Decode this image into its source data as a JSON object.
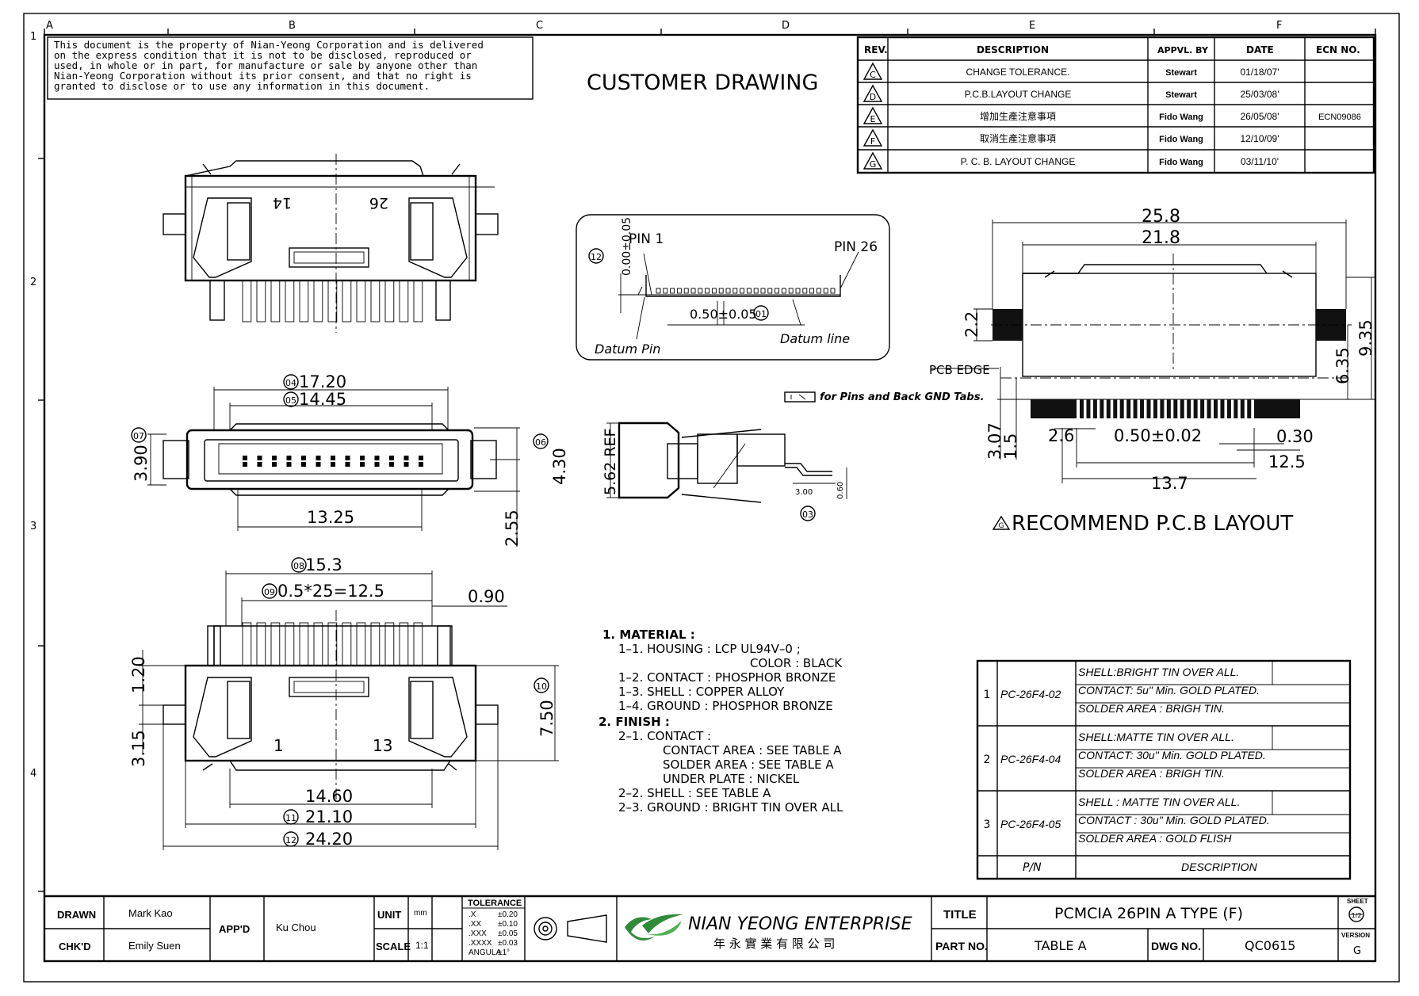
{
  "notice": {
    "lines": [
      "This document is the property of Nian-Yeong Corporation and is delivered",
      "on  the  express condition that it is not to be disclosed, reproduced or",
      "used, in whole or in part, for manufacture or sale by anyone other than",
      "Nian-Yeong Corporation without  its prior consent, and that  no right  is",
      "granted to disclose or to use any information in this  document."
    ]
  },
  "header_title": "CUSTOMER  DRAWING",
  "grid": {
    "columns": [
      "A",
      "B",
      "C",
      "D",
      "E",
      "F"
    ],
    "rows": [
      "1",
      "2",
      "3",
      "4"
    ]
  },
  "revision_table": {
    "headers": [
      "REV.",
      "DESCRIPTION",
      "APPVL. BY",
      "DATE",
      "ECN NO."
    ],
    "rows": [
      {
        "rev": "C",
        "desc": "CHANGE TOLERANCE.",
        "by": "Stewart",
        "date": "01/18/07'",
        "ecn": ""
      },
      {
        "rev": "D",
        "desc": "P.C.B.LAYOUT CHANGE",
        "by": "Stewart",
        "date": "25/03/08'",
        "ecn": ""
      },
      {
        "rev": "E",
        "desc": "增加生產注意事項",
        "by": "Fido Wang",
        "date": "26/05/08'",
        "ecn": "ECN09086"
      },
      {
        "rev": "F",
        "desc": "取消生產注意事項",
        "by": "Fido Wang",
        "date": "12/10/09'",
        "ecn": ""
      },
      {
        "rev": "G",
        "desc": "P. C. B. LAYOUT CHANGE",
        "by": "Fido Wang",
        "date": "03/11/10'",
        "ecn": ""
      }
    ]
  },
  "detail": {
    "pin1": "PIN  1",
    "pin26": "PIN  26",
    "datum_pin": "Datum  Pin",
    "datum_line": "Datum  line",
    "coplanarity": "0.00±0.05",
    "pitch": "0.50±0.05",
    "balloon_a": "12",
    "balloon_b": "01"
  },
  "dims_front": {
    "d1": "17.20",
    "b1": "04",
    "d2": "14.45",
    "b2": "05",
    "d3": "13.25",
    "d4": "3.90",
    "b4": "07",
    "d5": "4.30",
    "b5": "06",
    "d6": "2.55"
  },
  "dims_bottom": {
    "d1": "15.3",
    "b1": "08",
    "d2": "0.5*25=12.5",
    "b2": "09",
    "d3": "0.90",
    "d4": "1.20",
    "d5": "3.15",
    "d6": "7.50",
    "b6": "10",
    "d7": "14.60",
    "d8": "21.10",
    "b8": "11",
    "d9": "24.20",
    "b9": "12",
    "pin_left": "1",
    "pin_right": "13"
  },
  "dims_top": {
    "pin_left": "14",
    "pin_right": "26"
  },
  "side": {
    "ref": "5.62  REF",
    "w": "3.00",
    "h": "0.60",
    "balloon": "03",
    "note": "for Pins and Back GND Tabs."
  },
  "pcb": {
    "d1": "25.8",
    "d2": "21.8",
    "d3": "2.2",
    "d4": "6.35",
    "d5": "9.35",
    "edge": "PCB EDGE",
    "d6": "3.07",
    "d7": "1.5",
    "d8": "2.6",
    "d9": "0.50±0.02",
    "d10": "0.30",
    "d11": "12.5",
    "d12": "13.7",
    "title": "RECOMMEND  P.C.B  LAYOUT",
    "rev": "G"
  },
  "notes": [
    "1.  MATERIAL  :",
    "1–1.  HOUSING  :  LCP  UL94V–0  ;",
    "COLOR  :  BLACK",
    "1–2.  CONTACT  :  PHOSPHOR  BRONZE",
    "1–3.  SHELL  :  COPPER  ALLOY",
    "1–4.  GROUND  :  PHOSPHOR  BRONZE",
    "2.  FINISH  :",
    "2–1.  CONTACT  :",
    "CONTACT  AREA  :  SEE  TABLE  A",
    "SOLDER  AREA  :  SEE  TABLE  A",
    "UNDER  PLATE  :  NICKEL",
    "2–2.  SHELL  :  SEE  TABLE  A",
    "2–3.  GROUND  :    BRIGHT  TIN  OVER  ALL"
  ],
  "table_a": {
    "rows": [
      {
        "n": "1",
        "pn": "PC-26F4-02",
        "lines": [
          "SHELL:BRIGHT TIN OVER ALL.",
          "CONTACT: 5u\" Min. GOLD PLATED.",
          "SOLDER AREA : BRIGH TIN."
        ]
      },
      {
        "n": "2",
        "pn": "PC-26F4-04",
        "lines": [
          "SHELL:MATTE TIN OVER ALL.",
          "CONTACT: 30u\" Min. GOLD PLATED.",
          "SOLDER AREA : BRIGH TIN."
        ]
      },
      {
        "n": "3",
        "pn": "PC-26F4-05",
        "lines": [
          "SHELL : MATTE TIN OVER ALL.",
          "CONTACT : 30u\" Min. GOLD PLATED.",
          "SOLDER AREA : GOLD FLISH"
        ]
      }
    ],
    "foot_pn": "P/N",
    "foot_desc": "DESCRIPTION"
  },
  "title_block": {
    "drawn_label": "DRAWN",
    "drawn": "Mark Kao",
    "chkd_label": "CHK'D",
    "chkd": "Emily Suen",
    "appd_label": "APP'D",
    "appd": "Ku Chou",
    "unit_label": "UNIT",
    "unit": "mm",
    "scale_label": "SCALE",
    "scale": "1:1",
    "tol_title": "TOLERANCE",
    "tol": [
      [
        ".X",
        "±0.20"
      ],
      [
        ".XX",
        "±0.10"
      ],
      [
        ".XXX",
        "±0.05"
      ],
      [
        ".XXXX",
        "±0.03"
      ],
      [
        "ANGULA",
        "±1°"
      ]
    ],
    "company": "NIAN YEONG ENTERPRISE",
    "company_cn": "年 永 實 業 有 限 公 司",
    "title_label": "TITLE",
    "title": "PCMCIA  26PIN  A  TYPE  (F)",
    "part_label": "PART NO.",
    "part": "TABLE  A",
    "dwg_label": "DWG NO.",
    "dwg": "QC0615",
    "sheet_label": "SHEET",
    "sheet": "1/2",
    "version_label": "VERSION",
    "version": "G"
  }
}
